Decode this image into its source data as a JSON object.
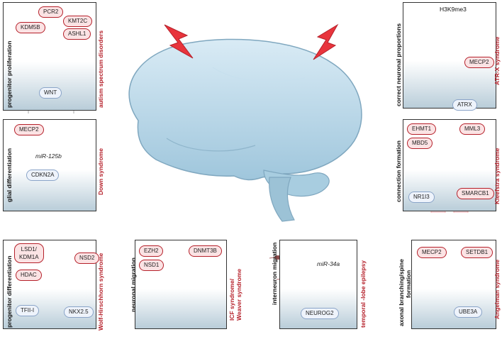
{
  "panels": {
    "p1": {
      "label": "progenitor proliferation",
      "syndrome": "autism spectrum disorders",
      "genes": [
        "KDM5B",
        "PCR2",
        "KMT2C",
        "ASHL1"
      ],
      "signal": "WNT"
    },
    "p2": {
      "label": "glial differentiation",
      "syndrome": "Down syndrome",
      "genes": [
        "MECP2"
      ],
      "mirna": "miR-125b",
      "signal": "CDKN2A"
    },
    "p3": {
      "label": "progenitor differentiation",
      "syndrome": "Wolf-Hirschhorn syndrome",
      "genes": [
        "LSD1/",
        "KDM1A",
        "HDAC",
        "NSD2"
      ],
      "signals": [
        "TFII-I",
        "NKX2.5"
      ]
    },
    "p4": {
      "label": "neuronal migration",
      "syndrome_line1": "ICF syndrome/",
      "syndrome_line2": "Weaver syndrome",
      "genes": [
        "EZH2",
        "NSD1",
        "DNMT3B"
      ]
    },
    "p5": {
      "label": "interneuron migration",
      "syndrome": "temporal -lobe epilepsy",
      "mirna": "miR-34a",
      "signal": "NEUROG2"
    },
    "p6": {
      "label": "correct neuronal proportions",
      "syndrome": "ATR-X syndrome",
      "mark": "H3K9me3",
      "genes": [
        "MECP2"
      ],
      "signal": "ATRX"
    },
    "p7": {
      "label": "connection formation",
      "syndrome": "Kleefstra syndrome",
      "genes": [
        "EHMT1",
        "MML3",
        "MBD5",
        "SMARCB1"
      ],
      "signal": "NR1I3"
    },
    "p8": {
      "label_line1": "axonal branching/spine",
      "label_line2": "formation",
      "syndrome": "Angelman syndrome",
      "genes": [
        "MECP2",
        "SETDB1"
      ],
      "signal": "UBE3A"
    }
  },
  "colors": {
    "accent_red": "#b5202a",
    "brain": "#b9d8ea",
    "lightning": "#e8343c",
    "neuron_pink": "#f2b8bc"
  }
}
